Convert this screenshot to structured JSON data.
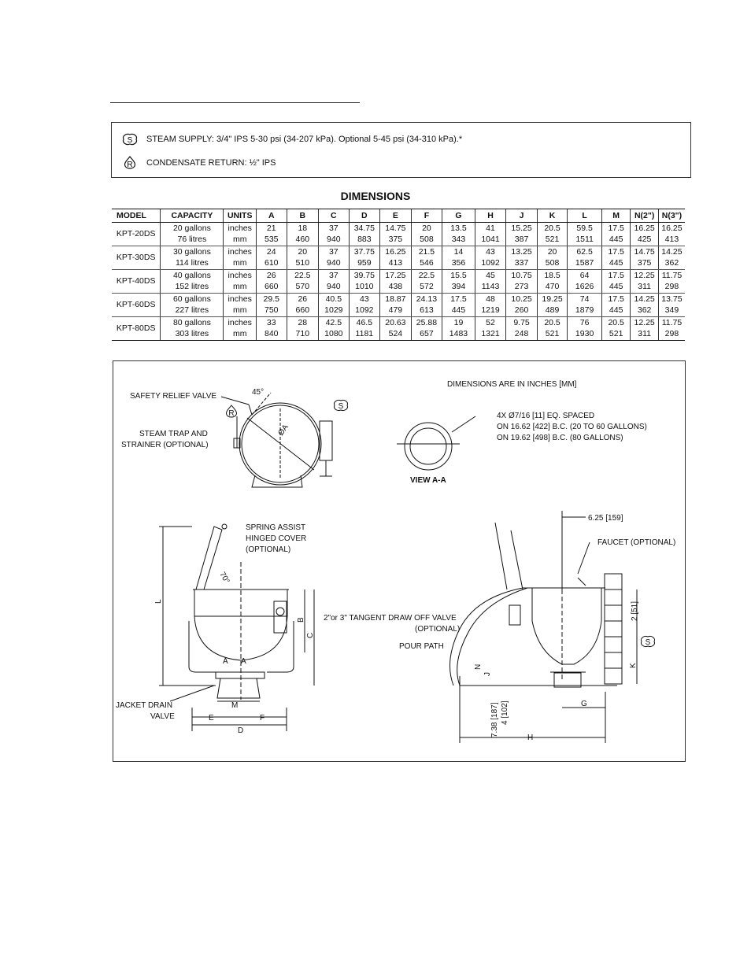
{
  "connections": [
    {
      "icon": "steam-supply-icon",
      "symbol": "S",
      "text": "STEAM SUPPLY: 3/4\" IPS 5-30 psi (34-207 kPa). Optional 5-45 psi (34-310 kPa).*"
    },
    {
      "icon": "condensate-return-icon",
      "symbol": "R",
      "text": "CONDENSATE RETURN: ½\" IPS"
    }
  ],
  "dimensions": {
    "title": "DIMENSIONS",
    "headers": [
      "MODEL",
      "CAPACITY",
      "UNITS",
      "A",
      "B",
      "C",
      "D",
      "E",
      "F",
      "G",
      "H",
      "J",
      "K",
      "L",
      "M",
      "N(2\")",
      "N(3\")"
    ],
    "rows": [
      {
        "model": "KPT-20DS",
        "capacity": [
          "20 gallons",
          "76 litres"
        ],
        "units": [
          "inches",
          "mm"
        ],
        "values": [
          [
            "21",
            "535"
          ],
          [
            "18",
            "460"
          ],
          [
            "37",
            "940"
          ],
          [
            "34.75",
            "883"
          ],
          [
            "14.75",
            "375"
          ],
          [
            "20",
            "508"
          ],
          [
            "13.5",
            "343"
          ],
          [
            "41",
            "1041"
          ],
          [
            "15.25",
            "387"
          ],
          [
            "20.5",
            "521"
          ],
          [
            "59.5",
            "1511"
          ],
          [
            "17.5",
            "445"
          ],
          [
            "16.25",
            "425"
          ],
          [
            "16.25",
            "413"
          ]
        ]
      },
      {
        "model": "KPT-30DS",
        "capacity": [
          "30 gallons",
          "114 litres"
        ],
        "units": [
          "inches",
          "mm"
        ],
        "values": [
          [
            "24",
            "610"
          ],
          [
            "20",
            "510"
          ],
          [
            "37",
            "940"
          ],
          [
            "37.75",
            "959"
          ],
          [
            "16.25",
            "413"
          ],
          [
            "21.5",
            "546"
          ],
          [
            "14",
            "356"
          ],
          [
            "43",
            "1092"
          ],
          [
            "13.25",
            "337"
          ],
          [
            "20",
            "508"
          ],
          [
            "62.5",
            "1587"
          ],
          [
            "17.5",
            "445"
          ],
          [
            "14.75",
            "375"
          ],
          [
            "14.25",
            "362"
          ]
        ]
      },
      {
        "model": "KPT-40DS",
        "capacity": [
          "40 gallons",
          "152 litres"
        ],
        "units": [
          "inches",
          "mm"
        ],
        "values": [
          [
            "26",
            "660"
          ],
          [
            "22.5",
            "570"
          ],
          [
            "37",
            "940"
          ],
          [
            "39.75",
            "1010"
          ],
          [
            "17.25",
            "438"
          ],
          [
            "22.5",
            "572"
          ],
          [
            "15.5",
            "394"
          ],
          [
            "45",
            "1143"
          ],
          [
            "10.75",
            "273"
          ],
          [
            "18.5",
            "470"
          ],
          [
            "64",
            "1626"
          ],
          [
            "17.5",
            "445"
          ],
          [
            "12.25",
            "311"
          ],
          [
            "11.75",
            "298"
          ]
        ]
      },
      {
        "model": "KPT-60DS",
        "capacity": [
          "60 gallons",
          "227 litres"
        ],
        "units": [
          "inches",
          "mm"
        ],
        "values": [
          [
            "29.5",
            "750"
          ],
          [
            "26",
            "660"
          ],
          [
            "40.5",
            "1029"
          ],
          [
            "43",
            "1092"
          ],
          [
            "18.87",
            "479"
          ],
          [
            "24.13",
            "613"
          ],
          [
            "17.5",
            "445"
          ],
          [
            "48",
            "1219"
          ],
          [
            "10.25",
            "260"
          ],
          [
            "19.25",
            "489"
          ],
          [
            "74",
            "1879"
          ],
          [
            "17.5",
            "445"
          ],
          [
            "14.25",
            "362"
          ],
          [
            "13.75",
            "349"
          ]
        ]
      },
      {
        "model": "KPT-80DS",
        "capacity": [
          "80 gallons",
          "303 litres"
        ],
        "units": [
          "inches",
          "mm"
        ],
        "values": [
          [
            "33",
            "840"
          ],
          [
            "28",
            "710"
          ],
          [
            "42.5",
            "1080"
          ],
          [
            "46.5",
            "1181"
          ],
          [
            "20.63",
            "524"
          ],
          [
            "25.88",
            "657"
          ],
          [
            "19",
            "1483"
          ],
          [
            "52",
            "1321"
          ],
          [
            "9.75",
            "248"
          ],
          [
            "20.5",
            "521"
          ],
          [
            "76",
            "1930"
          ],
          [
            "20.5",
            "521"
          ],
          [
            "12.25",
            "311"
          ],
          [
            "11.75",
            "298"
          ]
        ]
      }
    ]
  },
  "diagram": {
    "note": "DIMENSIONS ARE IN INCHES [MM]",
    "safety_relief": "SAFETY RELIEF VALVE",
    "angle_45": "45°",
    "steam_trap_1": "STEAM TRAP AND",
    "steam_trap_2": "STRAINER (OPTIONAL)",
    "dia_a": "ØA",
    "bolt_1": "4X Ø7/16 [11] EQ. SPACED",
    "bolt_2": "ON 16.62 [422] B.C. (20 TO 60 GALLONS)",
    "bolt_3": "ON 19.62 [498] B.C. (80 GALLONS)",
    "view_aa": "VIEW A-A",
    "spring_1": "SPRING ASSIST",
    "spring_2": "HINGED COVER",
    "spring_3": "(OPTIONAL)",
    "angle_70": "70°",
    "jacket_1": "JACKET DRAIN",
    "jacket_2": "VALVE",
    "dim_625": "6.25 [159]",
    "faucet": "FAUCET (OPTIONAL)",
    "draw_off_1": "2\"or 3\" TANGENT DRAW OFF VALVE",
    "draw_off_2": "(OPTIONAL)",
    "pour_path": "POUR PATH",
    "dim_2": "2 [51]",
    "dim_738": "7.38 [187]",
    "dim_4": "4 [102]",
    "letters": {
      "L": "L",
      "B": "B",
      "C": "C",
      "M": "M",
      "E": "E",
      "F": "F",
      "D": "D",
      "A": "A",
      "N": "N",
      "J": "J",
      "K": "K",
      "G": "G",
      "H": "H"
    },
    "sym_s": "S",
    "sym_r": "R"
  }
}
